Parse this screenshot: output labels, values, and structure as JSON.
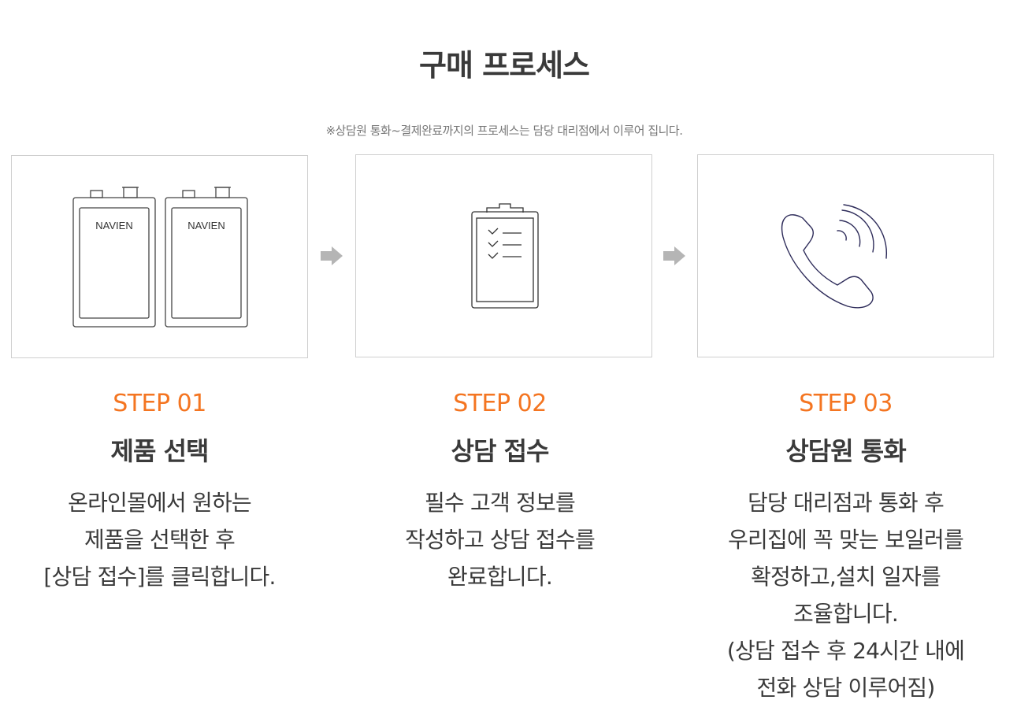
{
  "page": {
    "title": "구매 프로세스",
    "notice": "※상담원  통화~결제완료까지의 프로세스는 담당 대리점에서 이루어 집니다."
  },
  "colors": {
    "accent": "#f47521",
    "text": "#3a3a3a",
    "border": "#cfcfcf",
    "arrow": "#b5b5b5"
  },
  "steps": [
    {
      "label": "STEP 01",
      "title": "제품 선택",
      "icon": "boiler-icon",
      "brand": "NAVIEN",
      "desc": [
        "온라인몰에서 원하는",
        "제품을 선택한 후",
        "[상담 접수]를 클릭합니다."
      ]
    },
    {
      "label": "STEP 02",
      "title": "상담 접수",
      "icon": "clipboard-checklist-icon",
      "desc": [
        "필수 고객 정보를",
        "작성하고 상담 접수를",
        "완료합니다."
      ]
    },
    {
      "label": "STEP 03",
      "title": "상담원 통화",
      "icon": "phone-call-icon",
      "desc": [
        "담당 대리점과 통화 후",
        "우리집에 꼭 맞는 보일러를",
        "확정하고,설치 일자를",
        "조율합니다.",
        "(상담 접수 후 24시간 내에",
        "전화 상담 이루어짐)"
      ]
    }
  ]
}
